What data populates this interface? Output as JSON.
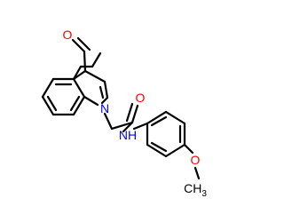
{
  "molecule": {
    "atoms": {
      "formyl_oxygen": "O",
      "indole_nitrogen": "N",
      "carbonyl_oxygen": "O",
      "amide_nh": "NH",
      "methoxy_oxygen": "O",
      "methyl": "CH3"
    },
    "methyl_text": {
      "main": "CH",
      "sub": "3"
    }
  },
  "colors": {
    "bond": "#000000",
    "oxygen": "#ff0000",
    "nitrogen": "#0000ff",
    "carbon_label": "#000000"
  }
}
